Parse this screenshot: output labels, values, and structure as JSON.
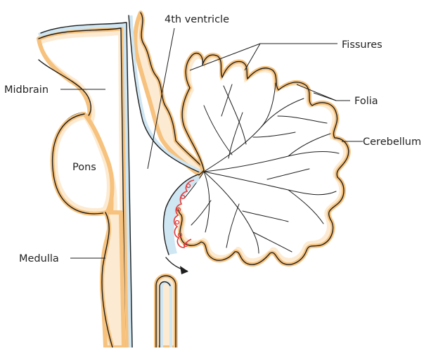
{
  "labels": {
    "ventricle": "4th ventricle",
    "fissures": "Fissures",
    "folia": "Folia",
    "cerebellum": "Cerebellum",
    "midbrain": "Midbrain",
    "pons": "Pons",
    "medulla": "Medulla"
  },
  "colors": {
    "tissue_fill": "#fcebd2",
    "tissue_edge": "#f6c27e",
    "csf_blue": "#cfe6f3",
    "choroid_red": "#e23b3b",
    "outline": "#1e1e1e"
  }
}
